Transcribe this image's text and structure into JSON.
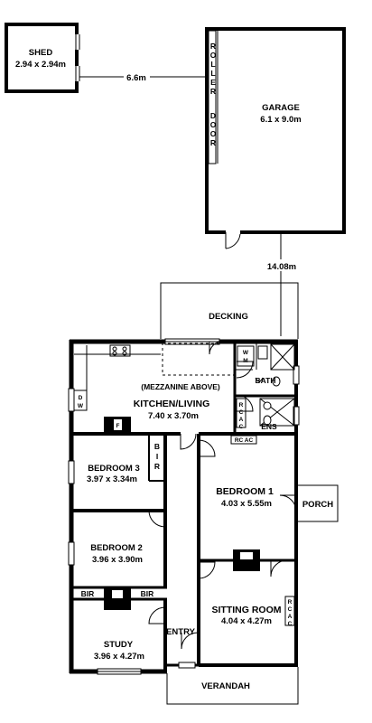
{
  "shed": {
    "name": "SHED",
    "dims": "2.94 x 2.94m"
  },
  "shed_gap": "6.6m",
  "garage": {
    "name": "GARAGE",
    "dims": "6.1 x 9.0m",
    "door_letters": [
      "R",
      "O",
      "L",
      "L",
      "E",
      "R",
      "D",
      "O",
      "O",
      "R"
    ]
  },
  "setback": "14.08m",
  "decking": "DECKING",
  "mezzanine": "(MEZZANINE ABOVE)",
  "kitchen": {
    "name": "KITCHEN/LIVING",
    "dims": "7.40 x 3.70m"
  },
  "fireplace": "F",
  "dw": {
    "d": "D",
    "w": "W"
  },
  "wm": {
    "w": "W",
    "m": "M"
  },
  "bath": "BATH",
  "ens": "ENS",
  "rc_ac_h": "RC AC",
  "rc_ac_v": [
    "R",
    "C",
    "A",
    "C"
  ],
  "bir_v": [
    "B",
    "I",
    "R"
  ],
  "bedroom3": {
    "name": "BEDROOM 3",
    "dims": "3.97 x 3.34m"
  },
  "bedroom1": {
    "name": "BEDROOM 1",
    "dims": "4.03 x 5.55m"
  },
  "porch": "PORCH",
  "bedroom2": {
    "name": "BEDROOM 2",
    "dims": "3.96 x 3.90m"
  },
  "bir_left": "BIR",
  "bir_right": "BIR",
  "sitting": {
    "name": "SITTING ROOM",
    "dims": "4.04 x 4.27m"
  },
  "study": {
    "name": "STUDY",
    "dims": "3.96 x 4.27m"
  },
  "entry": "ENTRY",
  "verandah": "VERANDAH"
}
